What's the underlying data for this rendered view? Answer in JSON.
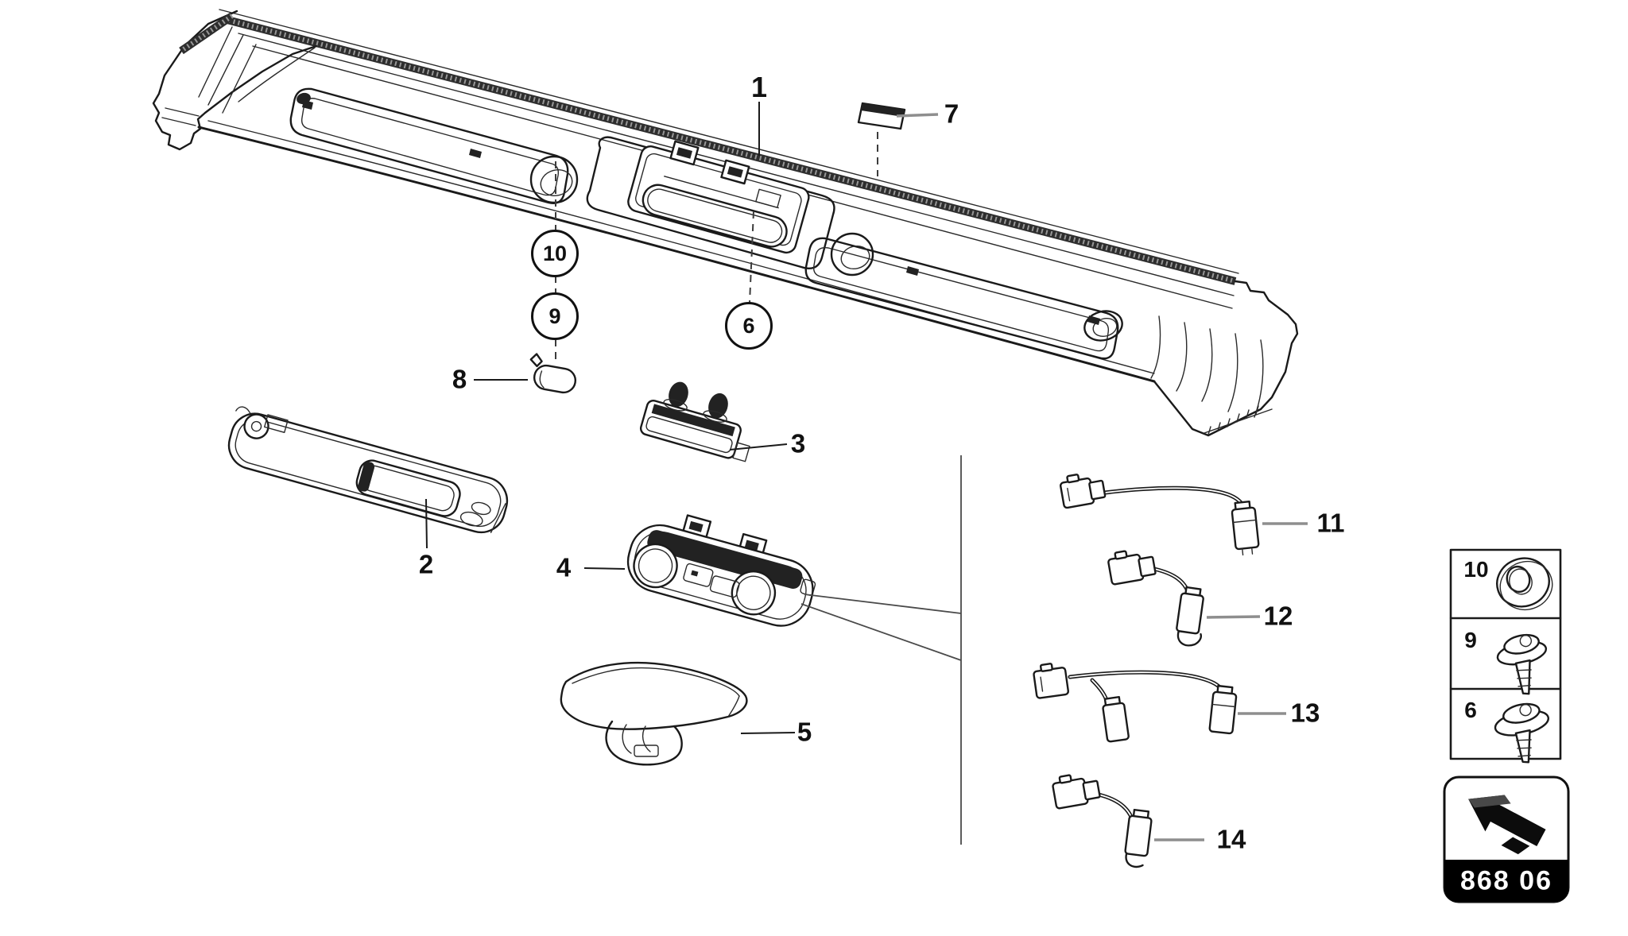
{
  "page": {
    "background_color": "#ffffff",
    "ink_color": "#1a1a1a",
    "leader_gray_color": "#8e8e8e"
  },
  "callouts": [
    {
      "label": "1",
      "circled": false
    },
    {
      "label": "2",
      "circled": false
    },
    {
      "label": "3",
      "circled": false
    },
    {
      "label": "4",
      "circled": false
    },
    {
      "label": "5",
      "circled": false
    },
    {
      "label": "6",
      "circled": true
    },
    {
      "label": "7",
      "circled": false
    },
    {
      "label": "8",
      "circled": false
    },
    {
      "label": "9",
      "circled": true
    },
    {
      "label": "10",
      "circled": true
    },
    {
      "label": "11",
      "circled": false
    },
    {
      "label": "12",
      "circled": false
    },
    {
      "label": "13",
      "circled": false
    },
    {
      "label": "14",
      "circled": false
    }
  ],
  "legend": {
    "items": [
      {
        "number": "10",
        "icon": "washer-icon"
      },
      {
        "number": "9",
        "icon": "screw-with-washer-icon"
      },
      {
        "number": "6",
        "icon": "flange-screw-icon"
      }
    ]
  },
  "footer_tile": {
    "icon": "headliner-section-arrow-icon",
    "code": "868 06",
    "code_bg": "#000000",
    "code_fg": "#ffffff"
  }
}
